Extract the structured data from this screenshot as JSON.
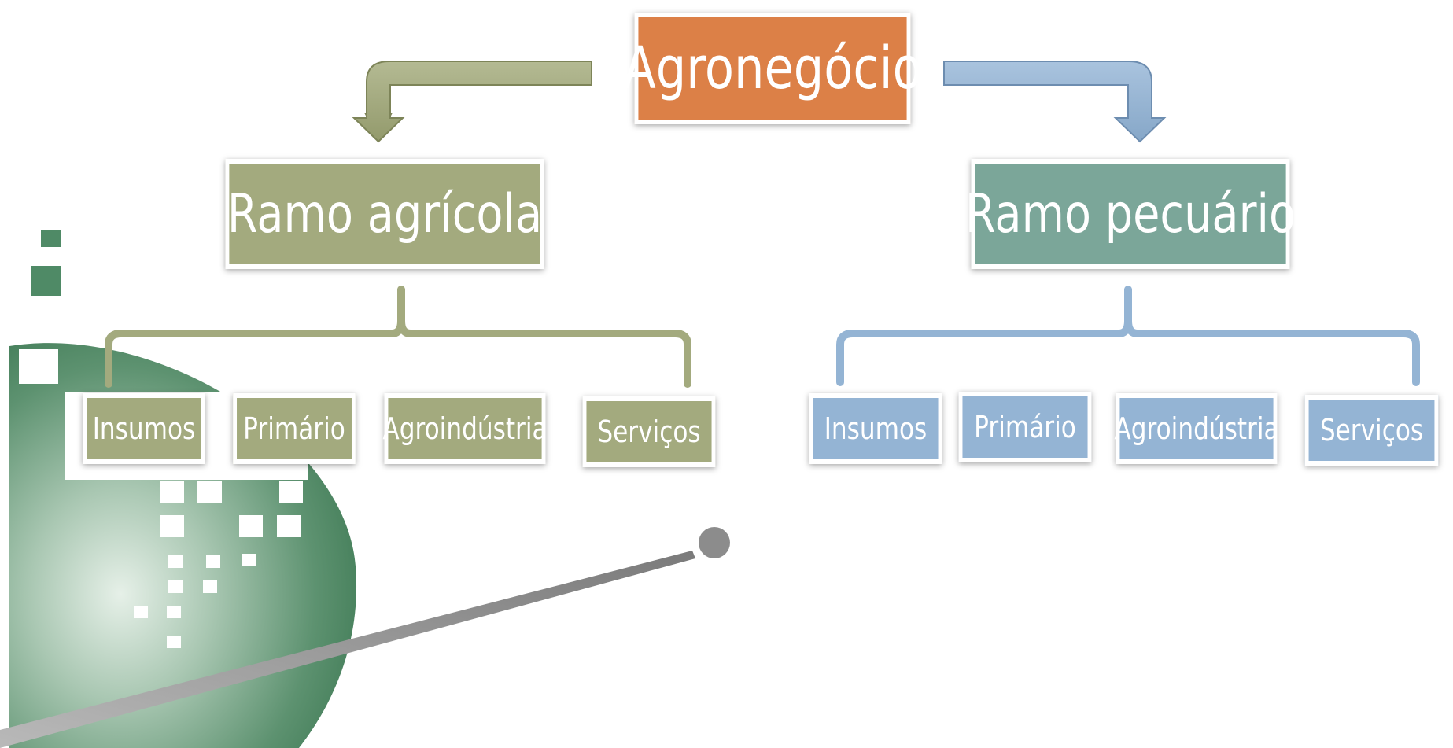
{
  "diagram": {
    "root": {
      "label": "Agronegócio",
      "color": "#dc8047"
    },
    "branches": [
      {
        "label": "Ramo agrícola",
        "color": "#a3aa7e",
        "connector_color": "#a3aa7e",
        "children": [
          {
            "label": "Insumos"
          },
          {
            "label": "Primário"
          },
          {
            "label": "Agroindústria"
          },
          {
            "label": "Serviços"
          }
        ]
      },
      {
        "label": "Ramo pecuário",
        "color": "#7ba699",
        "connector_color": "#94b4d4",
        "children": [
          {
            "label": "Insumos"
          },
          {
            "label": "Primário"
          },
          {
            "label": "Agroindústria"
          },
          {
            "label": "Serviços"
          }
        ]
      }
    ]
  },
  "decor": {
    "globe_color": "#3f8058",
    "pointer_color": "#8c8c8c"
  }
}
